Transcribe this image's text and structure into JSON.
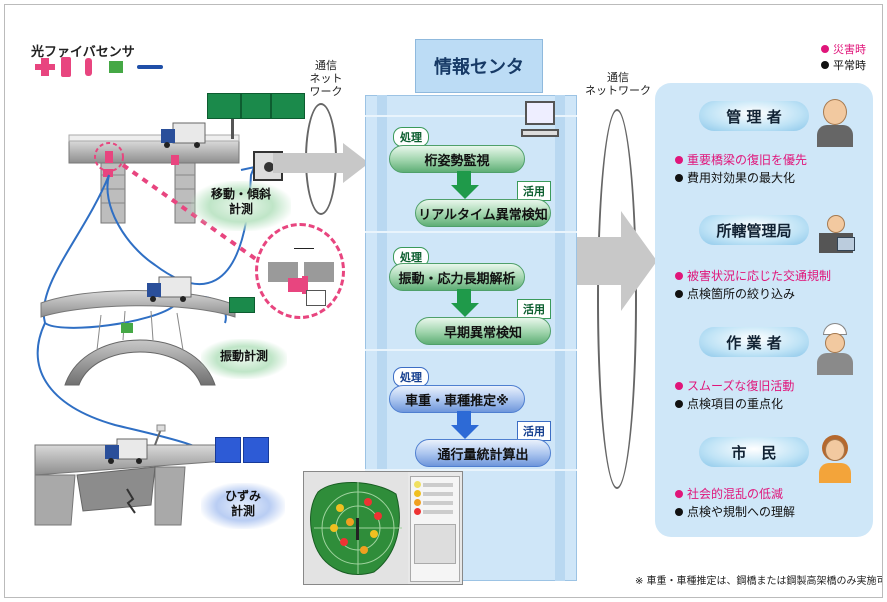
{
  "sensor_legend": {
    "title": "光ファイバセンサ",
    "chips": [
      {
        "color": "#e8457f"
      },
      {
        "color": "#e8457f"
      },
      {
        "color": "#e8457f"
      },
      {
        "color": "#45a845"
      },
      {
        "color": "#1f4fa8"
      }
    ]
  },
  "network_left": "通信\nネット\nワーク",
  "network_right": "通信\nネットワーク",
  "center": {
    "title": "情報センタ",
    "groups": [
      {
        "process_tag": "処理",
        "process": "桁姿勢監視",
        "use_tag": "活用",
        "use": "リアルタイム異常検知",
        "style": "green"
      },
      {
        "process_tag": "処理",
        "process": "振動・応力長期解析",
        "use_tag": "活用",
        "use": "早期異常検知",
        "style": "green"
      },
      {
        "process_tag": "処理",
        "process": "車重・車種推定※",
        "use_tag": "活用",
        "use": "通行量統計算出",
        "style": "blue"
      }
    ]
  },
  "measurements": {
    "displacement": "移動・傾斜\n計測",
    "vibration": "振動計測",
    "strain": "ひずみ\n計測"
  },
  "legend": {
    "disaster": "災害時",
    "normal": "平常時",
    "disaster_color": "#e0157a",
    "normal_color": "#111111"
  },
  "roles": [
    {
      "title": "管 理 者",
      "disaster": "重要橋梁の復旧を優先",
      "normal": "費用対効果の最大化"
    },
    {
      "title": "所轄管理局",
      "disaster": "被害状況に応じた交通規制",
      "normal": "点検箇所の絞り込み"
    },
    {
      "title": "作 業 者",
      "disaster": "スムーズな復旧活動",
      "normal": "点検項目の重点化"
    },
    {
      "title": "市　民",
      "disaster": "社会的混乱の低減",
      "normal": "点検や規制への理解"
    }
  ],
  "footnote": "※ 車重・車種推定は、鋼橋または鋼製高架橋のみ実施可",
  "colors": {
    "accent_green": "#1b8a4b",
    "accent_blue": "#2d5bd6",
    "sensor_pink": "#e8457f",
    "panel_blue": "#cfe7f8"
  }
}
